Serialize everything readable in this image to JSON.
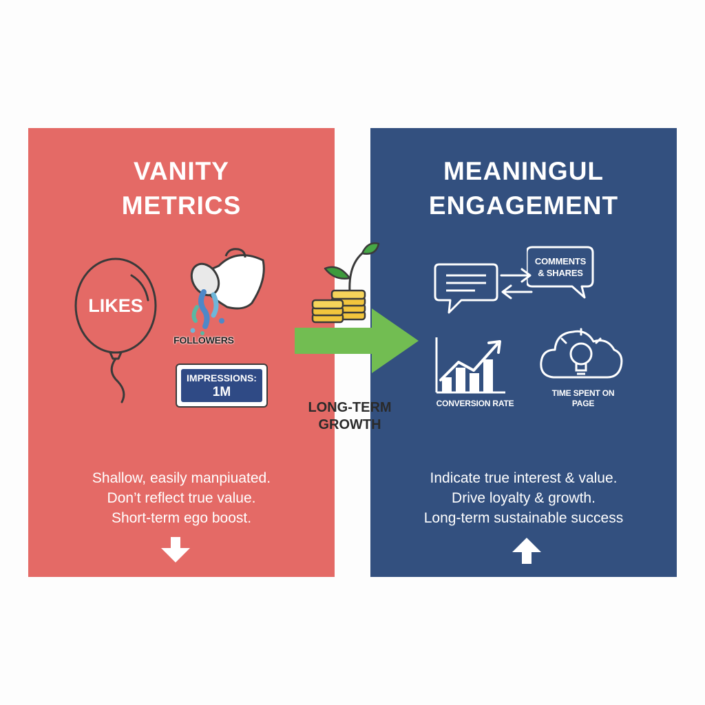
{
  "colors": {
    "vanity_panel": "#e46a66",
    "engagement_panel": "#33507f",
    "growth_arrow": "#72bd52",
    "ink": "#3a3a3a",
    "impressions_badge": "#2f4a85",
    "coin": "#f2c53d",
    "leaf": "#3e9a3c"
  },
  "vanity": {
    "title_line1": "VANITY",
    "title_line2": "METRICS",
    "likes_label": "LIKES",
    "followers_label": "FOLLOWERS",
    "impressions_line1": "IMPRESSIONS:",
    "impressions_line2": "1M",
    "desc_line1": "Shallow, easily manpiuated.",
    "desc_line2": "Don’t reflect true value.",
    "desc_line3": "Short-term ego boost.",
    "icons": [
      "balloon-icon",
      "spilled-cup-icon",
      "arrow-down-icon"
    ]
  },
  "engagement": {
    "title_line1": "MEANINGUL",
    "title_line2": "ENGAGEMENT",
    "comments_line1": "COMMENTS",
    "comments_line2": "& SHARES",
    "conversion_label": "CONVERSION RATE",
    "time_line1": "TIME SPENT ON",
    "time_line2": "PAGE",
    "desc_line1": "Indicate true interest & value.",
    "desc_line2": "Drive loyalty & growth.",
    "desc_line3": "Long-term sustainable success",
    "icons": [
      "chat-bubble-icon",
      "exchange-arrows-icon",
      "bar-chart-icon",
      "cloud-lightbulb-icon",
      "arrow-up-icon"
    ]
  },
  "bridge": {
    "growth_line1": "LONG-TERM",
    "growth_line2": "GROWTH",
    "icons": [
      "coins-sprout-icon",
      "growth-arrow-icon"
    ]
  }
}
